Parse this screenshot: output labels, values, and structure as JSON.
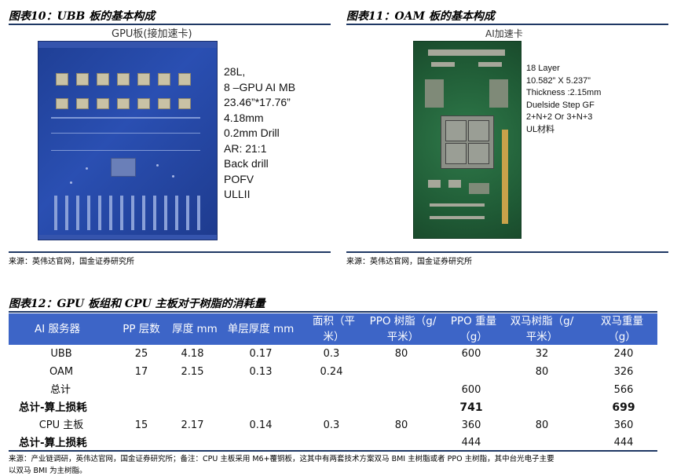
{
  "fig10": {
    "title": "图表10：UBB 板的基本构成",
    "image_caption": "GPU板(接加速卡)",
    "specs": [
      "28L,",
      "8 –GPU AI MB",
      "23.46”*17.76”",
      "4.18mm",
      "0.2mm Drill",
      "AR: 21:1",
      "Back drill",
      "POFV",
      "ULLII"
    ],
    "source": "来源：英伟达官网，国金证券研究所"
  },
  "fig11": {
    "title": "图表11：OAM 板的基本构成",
    "image_caption": "AI加速卡",
    "specs": [
      "18 Layer",
      "10.582” X 5.237”",
      "Thickness :2.15mm",
      "Duelside Step GF",
      "2+N+2 Or  3+N+3",
      "UL材料"
    ],
    "source": "来源：英伟达官网，国金证券研究所"
  },
  "fig12": {
    "title": "图表12：GPU 板组和 CPU 主板对于树脂的消耗量",
    "headers": {
      "c0": "AI 服务器",
      "c1": "PP 层数",
      "c2": "厚度 mm",
      "c3": "单层厚度 mm",
      "c4a": "面积（平",
      "c4b": "米）",
      "c5a": "PPO 树脂（g/",
      "c5b": "平米）",
      "c6a": "PPO 重量",
      "c6b": "（g）",
      "c7a": "双马树脂（g/",
      "c7b": "平米）",
      "c8a": "双马重量",
      "c8b": "（g）"
    },
    "rows": [
      {
        "label": "UBB",
        "pp": "25",
        "thick": "4.18",
        "single": "0.17",
        "area": "0.3",
        "ppo_res": "80",
        "ppo_w": "600",
        "bmi_res": "32",
        "bmi_w": "240"
      },
      {
        "label": "OAM",
        "pp": "17",
        "thick": "2.15",
        "single": "0.13",
        "area": "0.24",
        "ppo_res": "",
        "ppo_w": "",
        "bmi_res": "80",
        "bmi_w": "326"
      },
      {
        "label": "总计",
        "ppo_w": "600",
        "bmi_w": "566"
      },
      {
        "label": "总计-算上损耗",
        "ppo_w": "741",
        "bmi_w": "699"
      },
      {
        "label": "CPU 主板",
        "pp": "15",
        "thick": "2.17",
        "single": "0.14",
        "area": "0.3",
        "ppo_res": "80",
        "ppo_w": "360",
        "bmi_res": "80",
        "bmi_w": "360"
      },
      {
        "label": "总计-算上损耗",
        "ppo_w": "444",
        "bmi_w": "444"
      }
    ],
    "source_line1": "来源：产业链调研，英伟达官网，国金证券研究所；备注：CPU 主板采用 M6+覆铜板，这其中有两套技术方案双马 BMI 主树脂或者 PPO 主树脂，其中台光电子主要",
    "source_line2": "以双马 BMI 为主树脂。"
  },
  "colors": {
    "header_blue": "#3d65c7",
    "rule_navy": "#1f3864"
  }
}
